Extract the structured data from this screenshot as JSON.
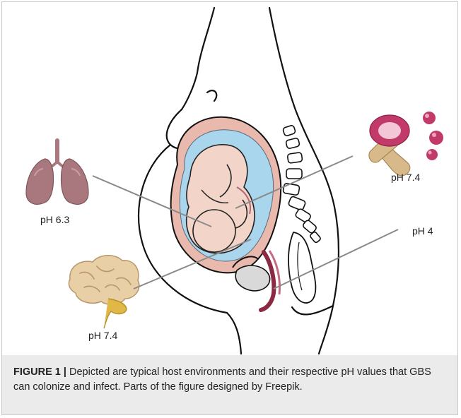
{
  "labels": {
    "lungs": "pH 6.3",
    "brain": "pH 7.4",
    "blood": "pH 7.4",
    "vagina": "pH 4"
  },
  "caption": {
    "label": "FIGURE 1 |",
    "text": "Depicted are typical host environments and their respective pH values that GBS can colonize and infect. Parts of the figure designed by Freepik."
  },
  "colors": {
    "lung": "#a8787e",
    "brain": "#e8cfa6",
    "blood_cell": "#c23a6a",
    "amniotic": "#a9d6ec",
    "fetus_skin": "#f2d4c8",
    "leader_line": "#8a8a8a",
    "caption_bg": "#ebebeb"
  },
  "icons": [
    "lungs-icon",
    "brain-icon",
    "blood-cells-icon",
    "pregnant-body-outline"
  ]
}
